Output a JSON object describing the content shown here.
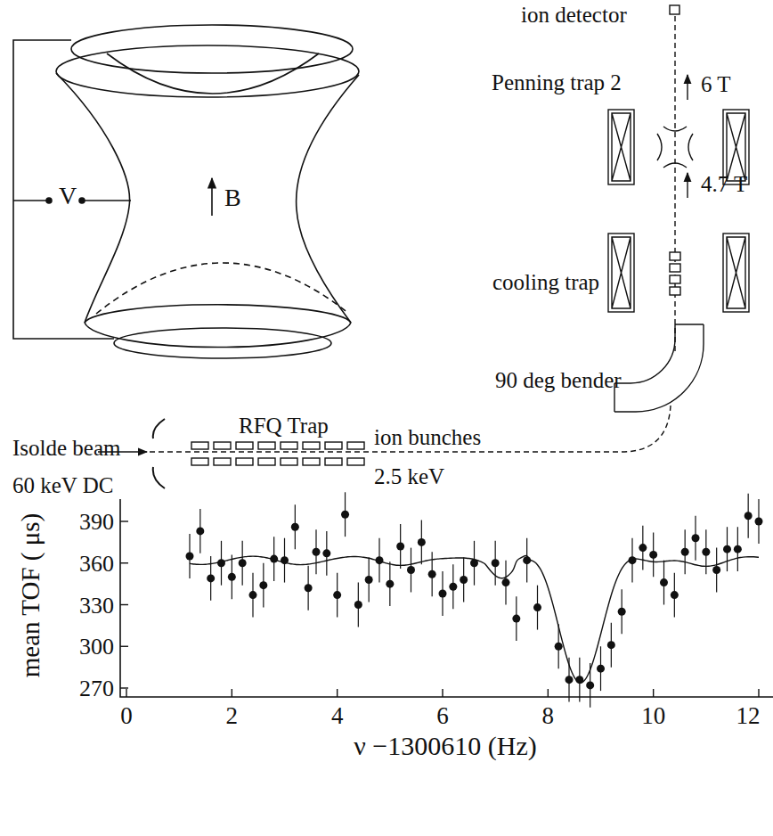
{
  "diagram": {
    "labels": [
      "V",
      "B",
      "ion detector",
      "Penning trap 2",
      "6 T",
      "4.7 T",
      "cooling trap",
      "90 deg bender",
      "RFQ Trap",
      "ion bunches",
      "Isolde beam",
      "2.5 keV",
      "60 keV DC",
      "mean TOF ( μs)",
      "390",
      "360",
      "330",
      "300",
      "270",
      "0",
      "2",
      "4",
      "6",
      "8",
      "10",
      "12",
      "ν −1300610 (Hz)"
    ]
  }
}
